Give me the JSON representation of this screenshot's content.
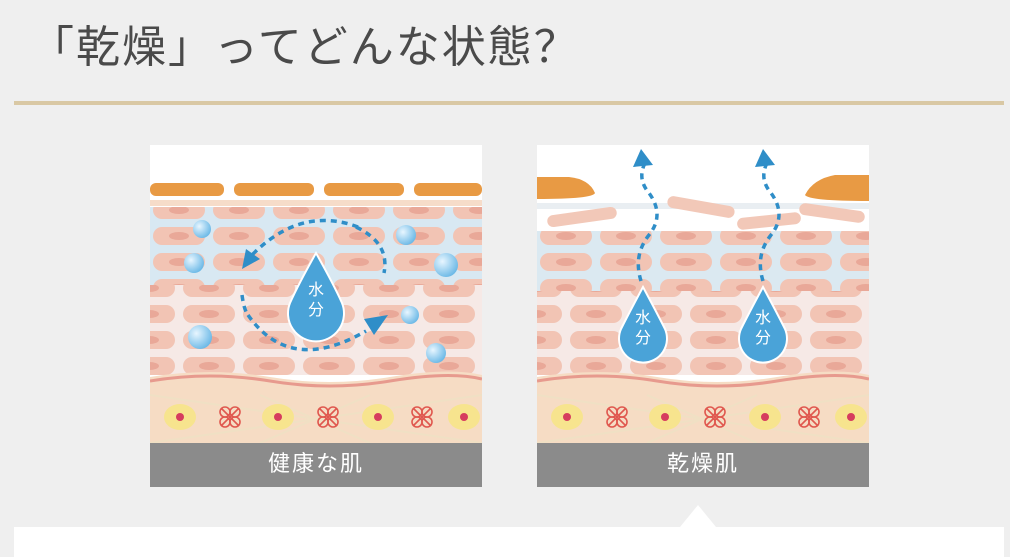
{
  "header": {
    "title": "「乾燥」ってどんな状態？"
  },
  "panels": {
    "healthy": {
      "label": "健康な肌",
      "drop_text_1": "水",
      "drop_text_2": "分"
    },
    "dry": {
      "label": "乾燥肌",
      "drop_text_1": "水",
      "drop_text_2": "分"
    }
  },
  "colors": {
    "accent_rule": "#d9c8a4",
    "label_bg": "#8b8b8b",
    "drop": "#4aa3d8",
    "arrow": "#2f8ec8",
    "skin_top": "#e89a44"
  }
}
